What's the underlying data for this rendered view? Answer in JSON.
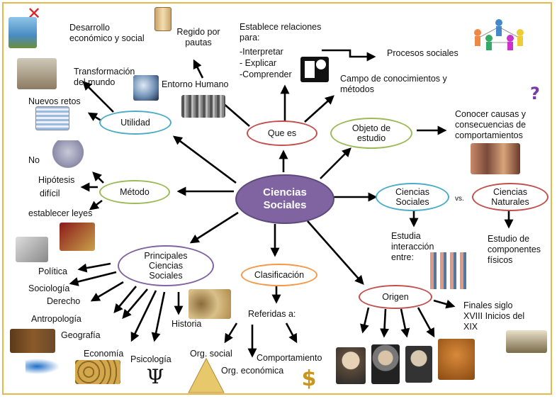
{
  "center": "Ciencias Sociales",
  "ovals": {
    "que_es": "Que es",
    "utilidad": "Utilidad",
    "objeto": "Objeto de estudio",
    "metodo": "Método",
    "ciencias_sociales": "Ciencias Sociales",
    "ciencias_naturales": "Ciencias Naturales",
    "principales": "Principales Ciencias Sociales",
    "clasificacion": "Clasificación",
    "origen": "Origen"
  },
  "labels": {
    "desarrollo": "Desarrollo económico y social",
    "regido": "Regido por pautas",
    "establece": "Establece relaciones para:",
    "interpretar": "-Interpretar",
    "explicar": "- Explicar",
    "comprender": "-Comprender",
    "procesos": "Procesos sociales",
    "campo": "Campo de conocimientos y métodos",
    "transformacion": "Transformación del mundo",
    "entorno": "Entorno Humano",
    "nuevos_retos": "Nuevos retos",
    "conocer": "Conocer causas y consecuencias de comportamientos",
    "no": "No",
    "hipotesis": "Hipótesis",
    "dificil": "difícil",
    "establecer_leyes": "establecer leyes",
    "vs": "vs.",
    "estudia": "Estudia interacción entre:",
    "estudio_componentes": "Estudio de componentes físicos",
    "politica": "Política",
    "sociologia": "Sociología",
    "derecho": "Derecho",
    "antropologia": "Antropología",
    "geografia": "Geografía",
    "economia": "Economía",
    "psicologia": "Psicología",
    "historia": "Historia",
    "referidas": "Referidas a:",
    "org_social": "Org. social",
    "org_economica": "Org. económica",
    "comportamiento": "Comportamiento",
    "finales": "Finales siglo XVIII Inicios del XIX",
    "psi_symbol": "Ψ",
    "dollar_symbol": "$"
  },
  "colors": {
    "frame": "#e8b84a",
    "center_fill": "#8064a2",
    "center_text": "#ffffff",
    "oval_red": "#c0504d",
    "oval_teal": "#4bacc6",
    "oval_green": "#9bbb59",
    "oval_purple": "#8064a2",
    "oval_orange": "#f79646",
    "arrow": "#000000"
  },
  "icons": [
    "red-x-icon",
    "scroll-icon",
    "people-network-icon",
    "question-mark-icon",
    "psi-icon",
    "dollar-icon"
  ]
}
